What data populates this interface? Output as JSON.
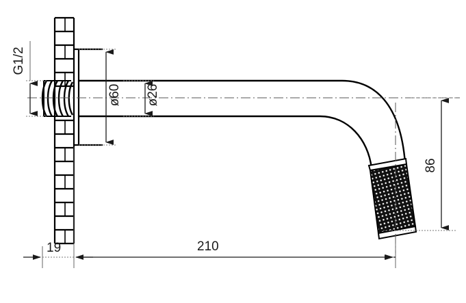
{
  "drawing": {
    "type": "technical-dimensioned-drawing",
    "subject": "wall-mounted-spout",
    "units": "mm",
    "line_color": "#000000",
    "dim_line_color": "#1a1a1a",
    "center_line_color": "#555555",
    "knurl_fill": "#111111",
    "knurl_dot": "#ffffff",
    "background": "#ffffff"
  },
  "dimensions": {
    "thread": {
      "label": "G1/2",
      "orientation": "vertical",
      "position": "left"
    },
    "flange_diameter": {
      "label": "ø60",
      "value": 60,
      "orientation": "vertical"
    },
    "tube_diameter": {
      "label": "ø26",
      "value": 26,
      "orientation": "vertical"
    },
    "drop_height": {
      "label": "86",
      "value": 86,
      "orientation": "vertical",
      "position": "right"
    },
    "wall_thickness": {
      "label": "19",
      "value": 19,
      "orientation": "horizontal",
      "position": "bottom-left"
    },
    "projection": {
      "label": "210",
      "value": 210,
      "orientation": "horizontal",
      "position": "bottom"
    }
  }
}
